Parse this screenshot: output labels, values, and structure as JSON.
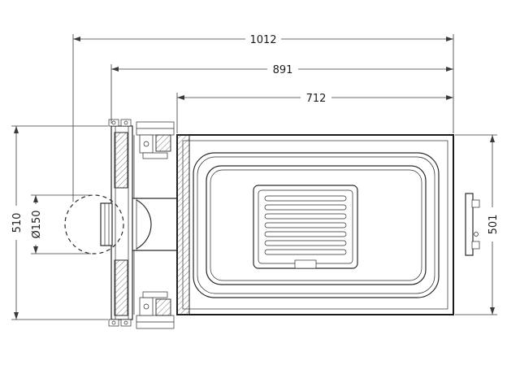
{
  "drawing": {
    "type": "technical-top-view-fireplace-insert",
    "dims": {
      "overall_width": "1012",
      "body_width": "891",
      "opening_width": "712",
      "left_height": "510",
      "right_height": "501",
      "flue_diameter": "Ø150"
    }
  }
}
